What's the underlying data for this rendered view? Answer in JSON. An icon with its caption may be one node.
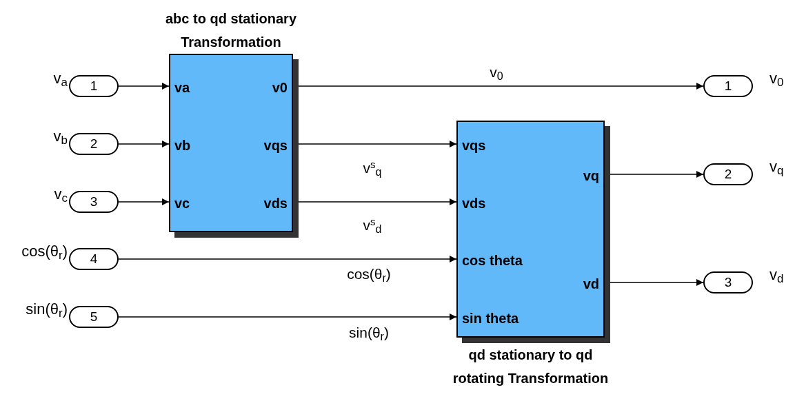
{
  "diagram": {
    "nodes": [
      {
        "text": [
          "abc to qd stationary Transformation",
          "va",
          "vb",
          "vc",
          "v0",
          "vqs",
          "vds"
        ]
      },
      {
        "text": [
          "qd stationary to qd rotating Transformation",
          "vqs",
          "vds",
          "cos theta",
          "sin theta",
          "vq",
          "vd"
        ]
      },
      {
        "text": [
          "1"
        ],
        "beside": [
          "v$_{a}$"
        ]
      },
      {
        "text": [
          "2"
        ],
        "beside": [
          "v$_{b}$"
        ]
      },
      {
        "text": [
          "3"
        ],
        "beside": [
          "v$_{c}$"
        ]
      },
      {
        "text": [
          "4"
        ],
        "beside": [
          "cos(θ$_{r}$)"
        ]
      },
      {
        "text": [
          "5"
        ],
        "beside": [
          "sin(θ$_{r}$)"
        ]
      },
      {
        "text": [
          "1"
        ],
        "beside": [
          "v$_{0}$"
        ]
      },
      {
        "text": [
          "2"
        ],
        "beside": [
          "v$_{q}$"
        ]
      },
      {
        "text": [
          "3"
        ],
        "beside": [
          "v$_{d}$"
        ]
      }
    ],
    "edges": [
      {
        "from": 2,
        "to": 0,
        "arrow": "to"
      },
      {
        "from": 3,
        "to": 0,
        "arrow": "to"
      },
      {
        "from": 4,
        "to": 0,
        "arrow": "to"
      },
      {
        "from": 0,
        "to": 7,
        "arrow": "to",
        "label": "v$_{0}$"
      },
      {
        "from": 0,
        "to": 1,
        "arrow": "to",
        "label": "v$^{s}$$_{q}$"
      },
      {
        "from": 0,
        "to": 1,
        "arrow": "to",
        "label": "v$^{s}$$_{d}$"
      },
      {
        "from": 5,
        "to": 1,
        "arrow": "to",
        "label": "cos(θ$_{r}$)"
      },
      {
        "from": 6,
        "to": 1,
        "arrow": "to",
        "label": "sin(θ$_{r}$)"
      },
      {
        "from": 1,
        "to": 8,
        "arrow": "to"
      },
      {
        "from": 1,
        "to": 9,
        "arrow": "to"
      }
    ]
  }
}
